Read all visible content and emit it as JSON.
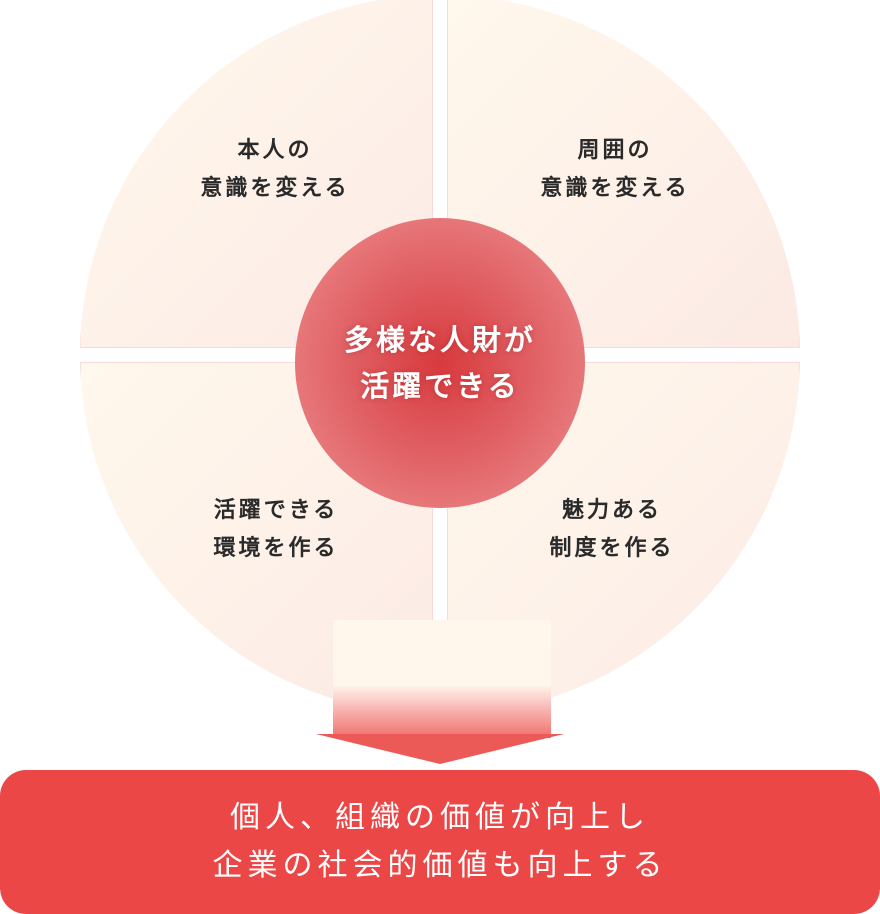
{
  "quadrants": {
    "top_left": {
      "line1": "本人の",
      "line2": "意識を変える"
    },
    "top_right": {
      "line1": "周囲の",
      "line2": "意識を変える"
    },
    "bottom_left": {
      "line1": "活躍できる",
      "line2": "環境を作る"
    },
    "bottom_right": {
      "line1": "魅力ある",
      "line2": "制度を作る"
    }
  },
  "center": {
    "line1": "多様な人財が",
    "line2": "活躍できる"
  },
  "result": {
    "line1": "個人、組織の価値が向上し",
    "line2": "企業の社会的価値も向上する"
  },
  "colors": {
    "accent": "#ec4747",
    "center_core": "#d83a3e",
    "quadrant_bg": "#fdf0e8",
    "text_dark": "#2a2a2a"
  }
}
